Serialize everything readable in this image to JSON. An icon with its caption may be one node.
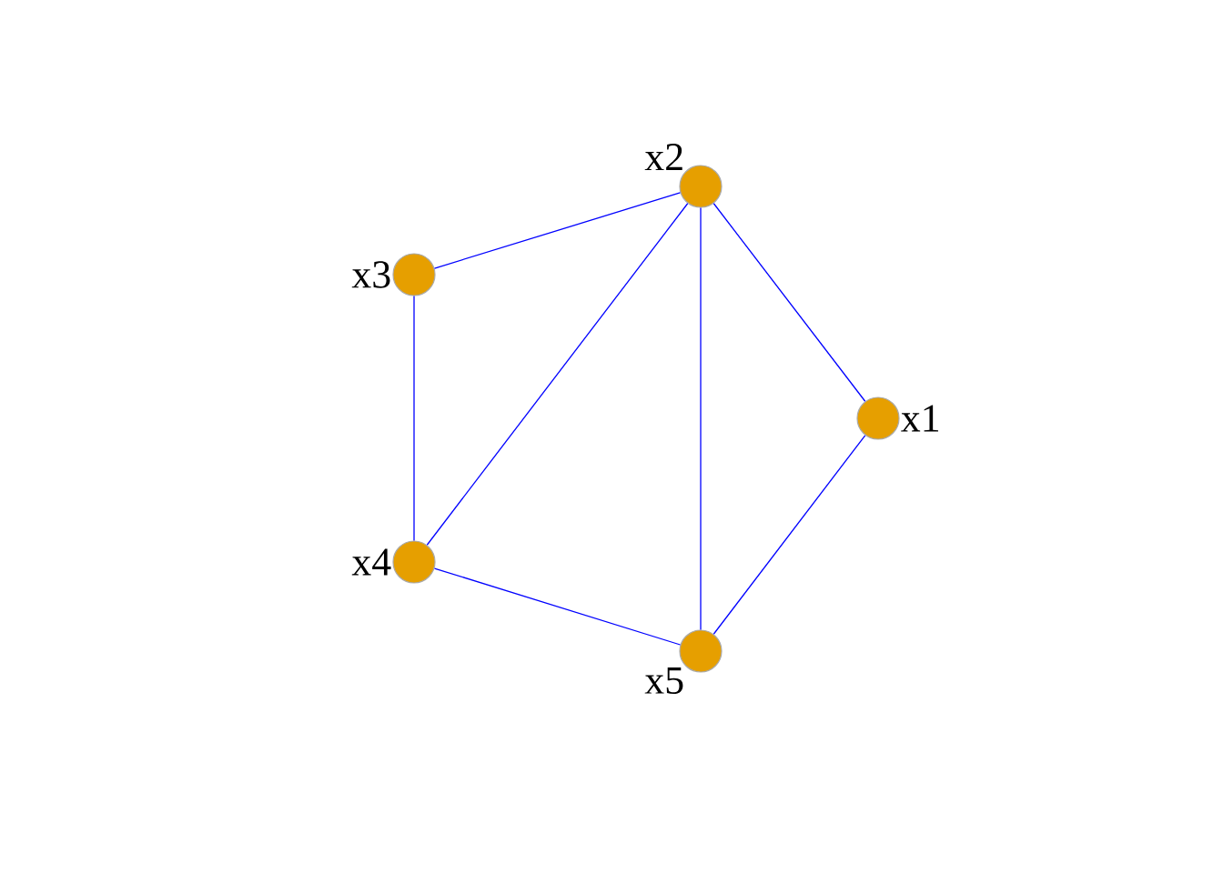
{
  "diagram": {
    "nodes": [
      {
        "text": [],
        "shape": "circle",
        "beside": [
          "x1"
        ]
      },
      {
        "text": [],
        "shape": "circle",
        "beside": [
          "x2"
        ]
      },
      {
        "text": [],
        "shape": "circle",
        "beside": [
          "x3"
        ]
      },
      {
        "text": [],
        "shape": "circle",
        "beside": [
          "x4"
        ]
      },
      {
        "text": [],
        "shape": "circle",
        "beside": [
          "x5"
        ]
      }
    ],
    "edges": [
      {
        "from": 1,
        "to": 2,
        "arrow": "none"
      },
      {
        "from": 1,
        "to": 3,
        "arrow": "none"
      },
      {
        "from": 1,
        "to": 4,
        "arrow": "none"
      },
      {
        "from": 1,
        "to": 0,
        "arrow": "none"
      },
      {
        "from": 2,
        "to": 3,
        "arrow": "none"
      },
      {
        "from": 3,
        "to": 4,
        "arrow": "none"
      },
      {
        "from": 4,
        "to": 0,
        "arrow": "none"
      }
    ]
  }
}
